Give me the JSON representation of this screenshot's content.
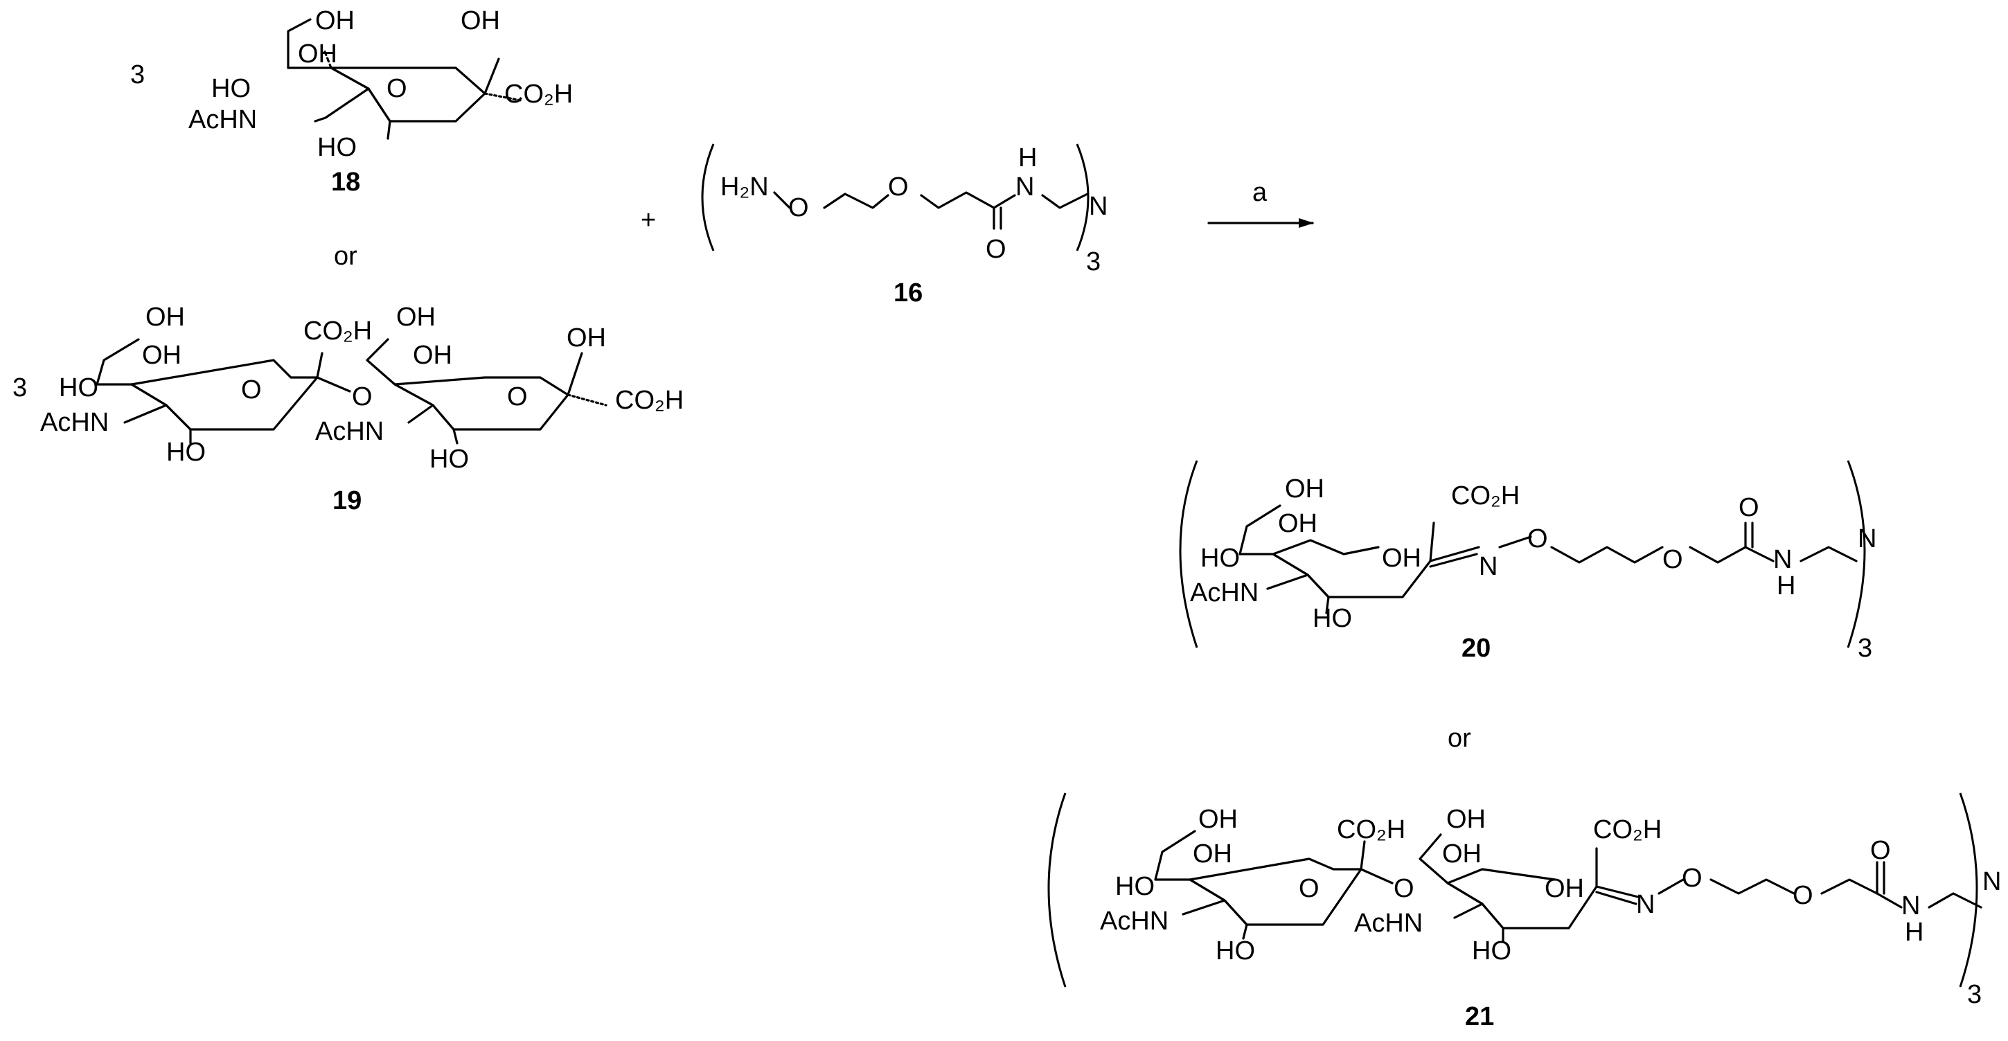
{
  "scheme": {
    "reactant_18": {
      "coefficient": "3",
      "label": "18",
      "atom_labels": {
        "oh_top": "OH",
        "oh_mid": "OH",
        "ho_left": "HO",
        "ring_o": "O",
        "oh_anomeric": "OH",
        "co2h": "CO₂H",
        "achn": "AcHN",
        "ho_bottom": "HO"
      }
    },
    "or_1": "or",
    "reactant_19": {
      "coefficient": "3",
      "label": "19",
      "atom_labels": {
        "oh_top1": "OH",
        "oh_mid1": "OH",
        "ho_left1": "HO",
        "ring_o1": "O",
        "achn1": "AcHN",
        "ho_bottom1": "HO",
        "co2h_mid": "CO₂H",
        "glyco_o": "O",
        "oh_top2": "OH",
        "oh_mid2": "OH",
        "ring_o2": "O",
        "achn2": "AcHN",
        "ho_bottom2": "HO",
        "oh_anomeric": "OH",
        "co2h_end": "CO₂H"
      }
    },
    "plus": "+",
    "reactant_16": {
      "label": "16",
      "multiplier": "3",
      "atom_labels": {
        "h2n": "H₂N",
        "o1": "O",
        "o2": "O",
        "carbonyl_o": "O",
        "nh_h": "H",
        "nh_n": "N",
        "core_n": "N"
      }
    },
    "reagent": "a",
    "product_20": {
      "label": "20",
      "multiplier": "3",
      "atom_labels": {
        "oh_top": "OH",
        "oh_mid": "OH",
        "ho_left": "HO",
        "oh_ring": "OH",
        "achn": "AcHN",
        "ho_bottom": "HO",
        "co2h": "CO₂H",
        "oxime_n": "N",
        "oxime_o": "O",
        "ether_o": "O",
        "carbonyl_o": "O",
        "nh_n": "N",
        "nh_h": "H",
        "core_n": "N"
      }
    },
    "or_2": "or",
    "product_21": {
      "label": "21",
      "multiplier": "3",
      "atom_labels": {
        "oh_top1": "OH",
        "oh_mid1": "OH",
        "ho_left1": "HO",
        "ring_o1": "O",
        "achn1": "AcHN",
        "ho_bottom1": "HO",
        "co2h_mid": "CO₂H",
        "glyco_o": "O",
        "oh_top2": "OH",
        "oh_mid2": "OH",
        "oh_ring2": "OH",
        "achn2": "AcHN",
        "ho_bottom2": "HO",
        "co2h_end": "CO₂H",
        "oxime_n": "N",
        "oxime_o": "O",
        "ether_o": "O",
        "carbonyl_o": "O",
        "nh_n": "N",
        "nh_h": "H",
        "core_n": "N"
      }
    }
  }
}
